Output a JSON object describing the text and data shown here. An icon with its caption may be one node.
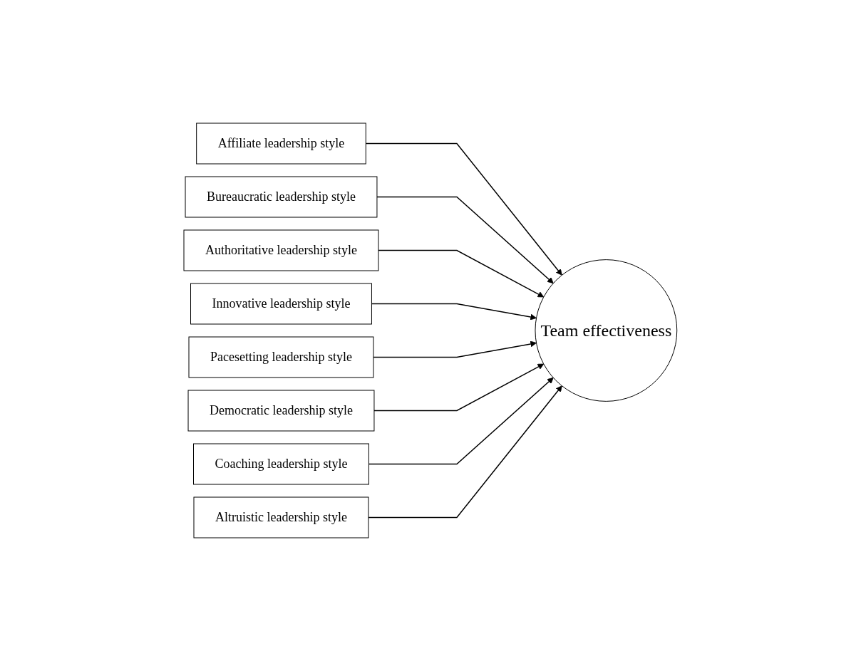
{
  "diagram": {
    "nodes": [
      {
        "text": [
          "Affiliate leadership style"
        ]
      },
      {
        "text": [
          "Bureaucratic leadership style"
        ]
      },
      {
        "text": [
          "Authoritative leadership style"
        ]
      },
      {
        "text": [
          "Innovative leadership style"
        ]
      },
      {
        "text": [
          "Pacesetting leadership style"
        ]
      },
      {
        "text": [
          "Democratic leadership style"
        ]
      },
      {
        "text": [
          "Coaching leadership style"
        ]
      },
      {
        "text": [
          "Altruistic leadership style"
        ]
      },
      {
        "text": [
          "Team effectiveness"
        ]
      }
    ],
    "edges": [
      {
        "from": 0,
        "to": 8,
        "arrow": "to"
      },
      {
        "from": 1,
        "to": 8,
        "arrow": "to"
      },
      {
        "from": 2,
        "to": 8,
        "arrow": "to"
      },
      {
        "from": 3,
        "to": 8,
        "arrow": "to"
      },
      {
        "from": 4,
        "to": 8,
        "arrow": "to"
      },
      {
        "from": 5,
        "to": 8,
        "arrow": "to"
      },
      {
        "from": 6,
        "to": 8,
        "arrow": "to"
      },
      {
        "from": 7,
        "to": 8,
        "arrow": "to"
      }
    ]
  }
}
